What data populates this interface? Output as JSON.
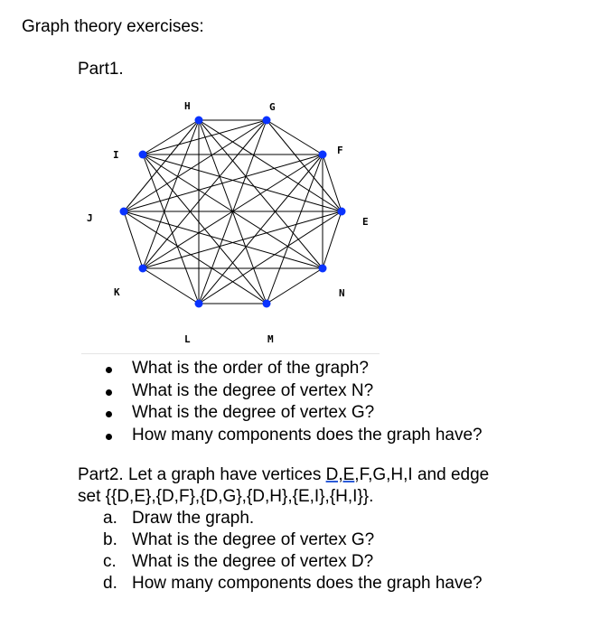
{
  "title": "Graph theory exercises:",
  "part1": {
    "heading": "Part1.",
    "graph": {
      "vertex_color": "#0a33ff",
      "vertices": [
        "H",
        "G",
        "I",
        "F",
        "J",
        "E",
        "K",
        "N",
        "L",
        "M"
      ],
      "questions": [
        "What is the order of the graph?",
        "What is the degree of vertex N?",
        "What is the degree of vertex G?",
        "How many components does the graph have?"
      ]
    }
  },
  "part2": {
    "line1_pre": "Part2. Let a graph have vertices ",
    "line1_underlined": "D,E",
    "line1_post": ",F,G,H,I and edge",
    "line2": "set {{D,E},{D,F},{D,G},{D,H},{E,I},{H,I}}.",
    "items": [
      {
        "marker": "a.",
        "text": "Draw the graph."
      },
      {
        "marker": "b.",
        "text": "What is the degree of vertex G?"
      },
      {
        "marker": "c.",
        "text": "What is the degree of vertex D?"
      },
      {
        "marker": "d.",
        "text": "How many components does the graph have?"
      }
    ]
  }
}
